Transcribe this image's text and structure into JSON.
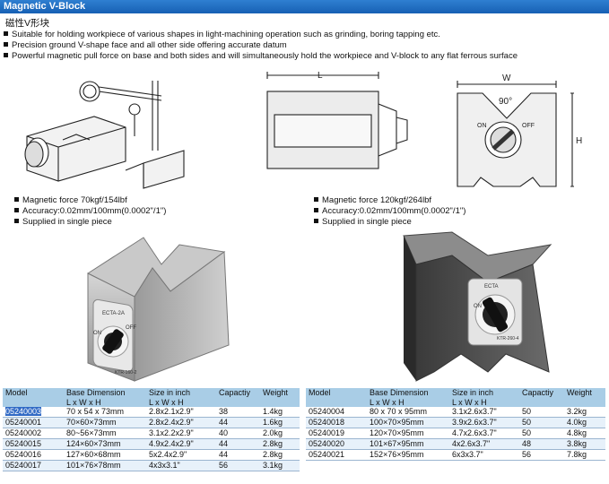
{
  "header": {
    "title": "Magnetic V-Block"
  },
  "subtitle": "磁性V形块",
  "bullets": [
    "Suitable for holding workpiece of various shapes in light-machining operation such as grinding, boring tapping etc.",
    "Precision ground V-shape face and all other side offering accurate datum",
    "Powerful magnetic pull force on base and both sides and will simultaneously hold the workpiece and V-block to any flat ferrous surface"
  ],
  "diagram_labels": {
    "length": "L",
    "width": "W",
    "height": "H",
    "angle": "90°",
    "on": "ON",
    "off": "OFF"
  },
  "left_product": {
    "features": [
      "Magnetic force 70kgf/154lbf",
      "Accuracy:0.02mm/100mm(0.0002\"/1\")",
      "Supplied in single piece"
    ],
    "plate_brand": "ECTA-2A",
    "plate_model": "KTR-160-2",
    "dial_on": "ON",
    "dial_off": "OFF"
  },
  "right_product": {
    "features": [
      "Magnetic force 120kgf/264lbf",
      "Accuracy:0.02mm/100mm(0.0002\"/1\")",
      "Supplied in single piece"
    ],
    "plate_brand": "ECTA",
    "plate_model": "KTR-260-4",
    "dial_on": "ON"
  },
  "table_headers": {
    "model": "Model",
    "dimension": "Base Dimension",
    "dimension_sub": "L x W x H",
    "size": "Size in inch",
    "size_sub": "L x W x H",
    "capacity": "Capactiy",
    "weight": "Weight"
  },
  "table_left": [
    [
      "05240003",
      "70 x 54 x 73mm",
      "2.8x2.1x2.9\"",
      "38",
      "1.4kg"
    ],
    [
      "05240001",
      "70×60×73mm",
      "2.8x2.4x2.9\"",
      "44",
      "1.6kg"
    ],
    [
      "05240002",
      "80~56×73mm",
      "3.1x2.2x2.9\"",
      "40",
      "2.0kg"
    ],
    [
      "05240015",
      "124×60×73mm",
      "4.9x2.4x2.9\"",
      "44",
      "2.8kg"
    ],
    [
      "05240016",
      "127×60×68mm",
      "5x2.4x2.9\"",
      "44",
      "2.8kg"
    ],
    [
      "05240017",
      "101×76×78mm",
      "4x3x3.1\"",
      "56",
      "3.1kg"
    ]
  ],
  "table_right": [
    [
      "05240004",
      "80 x 70 x 95mm",
      "3.1x2.6x3.7\"",
      "50",
      "3.2kg"
    ],
    [
      "05240018",
      "100×70×95mm",
      "3.9x2.6x3.7\"",
      "50",
      "4.0kg"
    ],
    [
      "05240019",
      "120×70×95mm",
      "4.7x2.6x3.7\"",
      "50",
      "4.8kg"
    ],
    [
      "05240020",
      "101×67×95mm",
      "4x2.6x3.7\"",
      "48",
      "3.8kg"
    ],
    [
      "05240021",
      "152×76×95mm",
      "6x3x3.7\"",
      "56",
      "7.8kg"
    ]
  ],
  "colors": {
    "title_bar": "#1f6cc0",
    "table_header": "#a9cde6",
    "row_alt": "#e7f1fa",
    "selection": "#316ac5"
  }
}
